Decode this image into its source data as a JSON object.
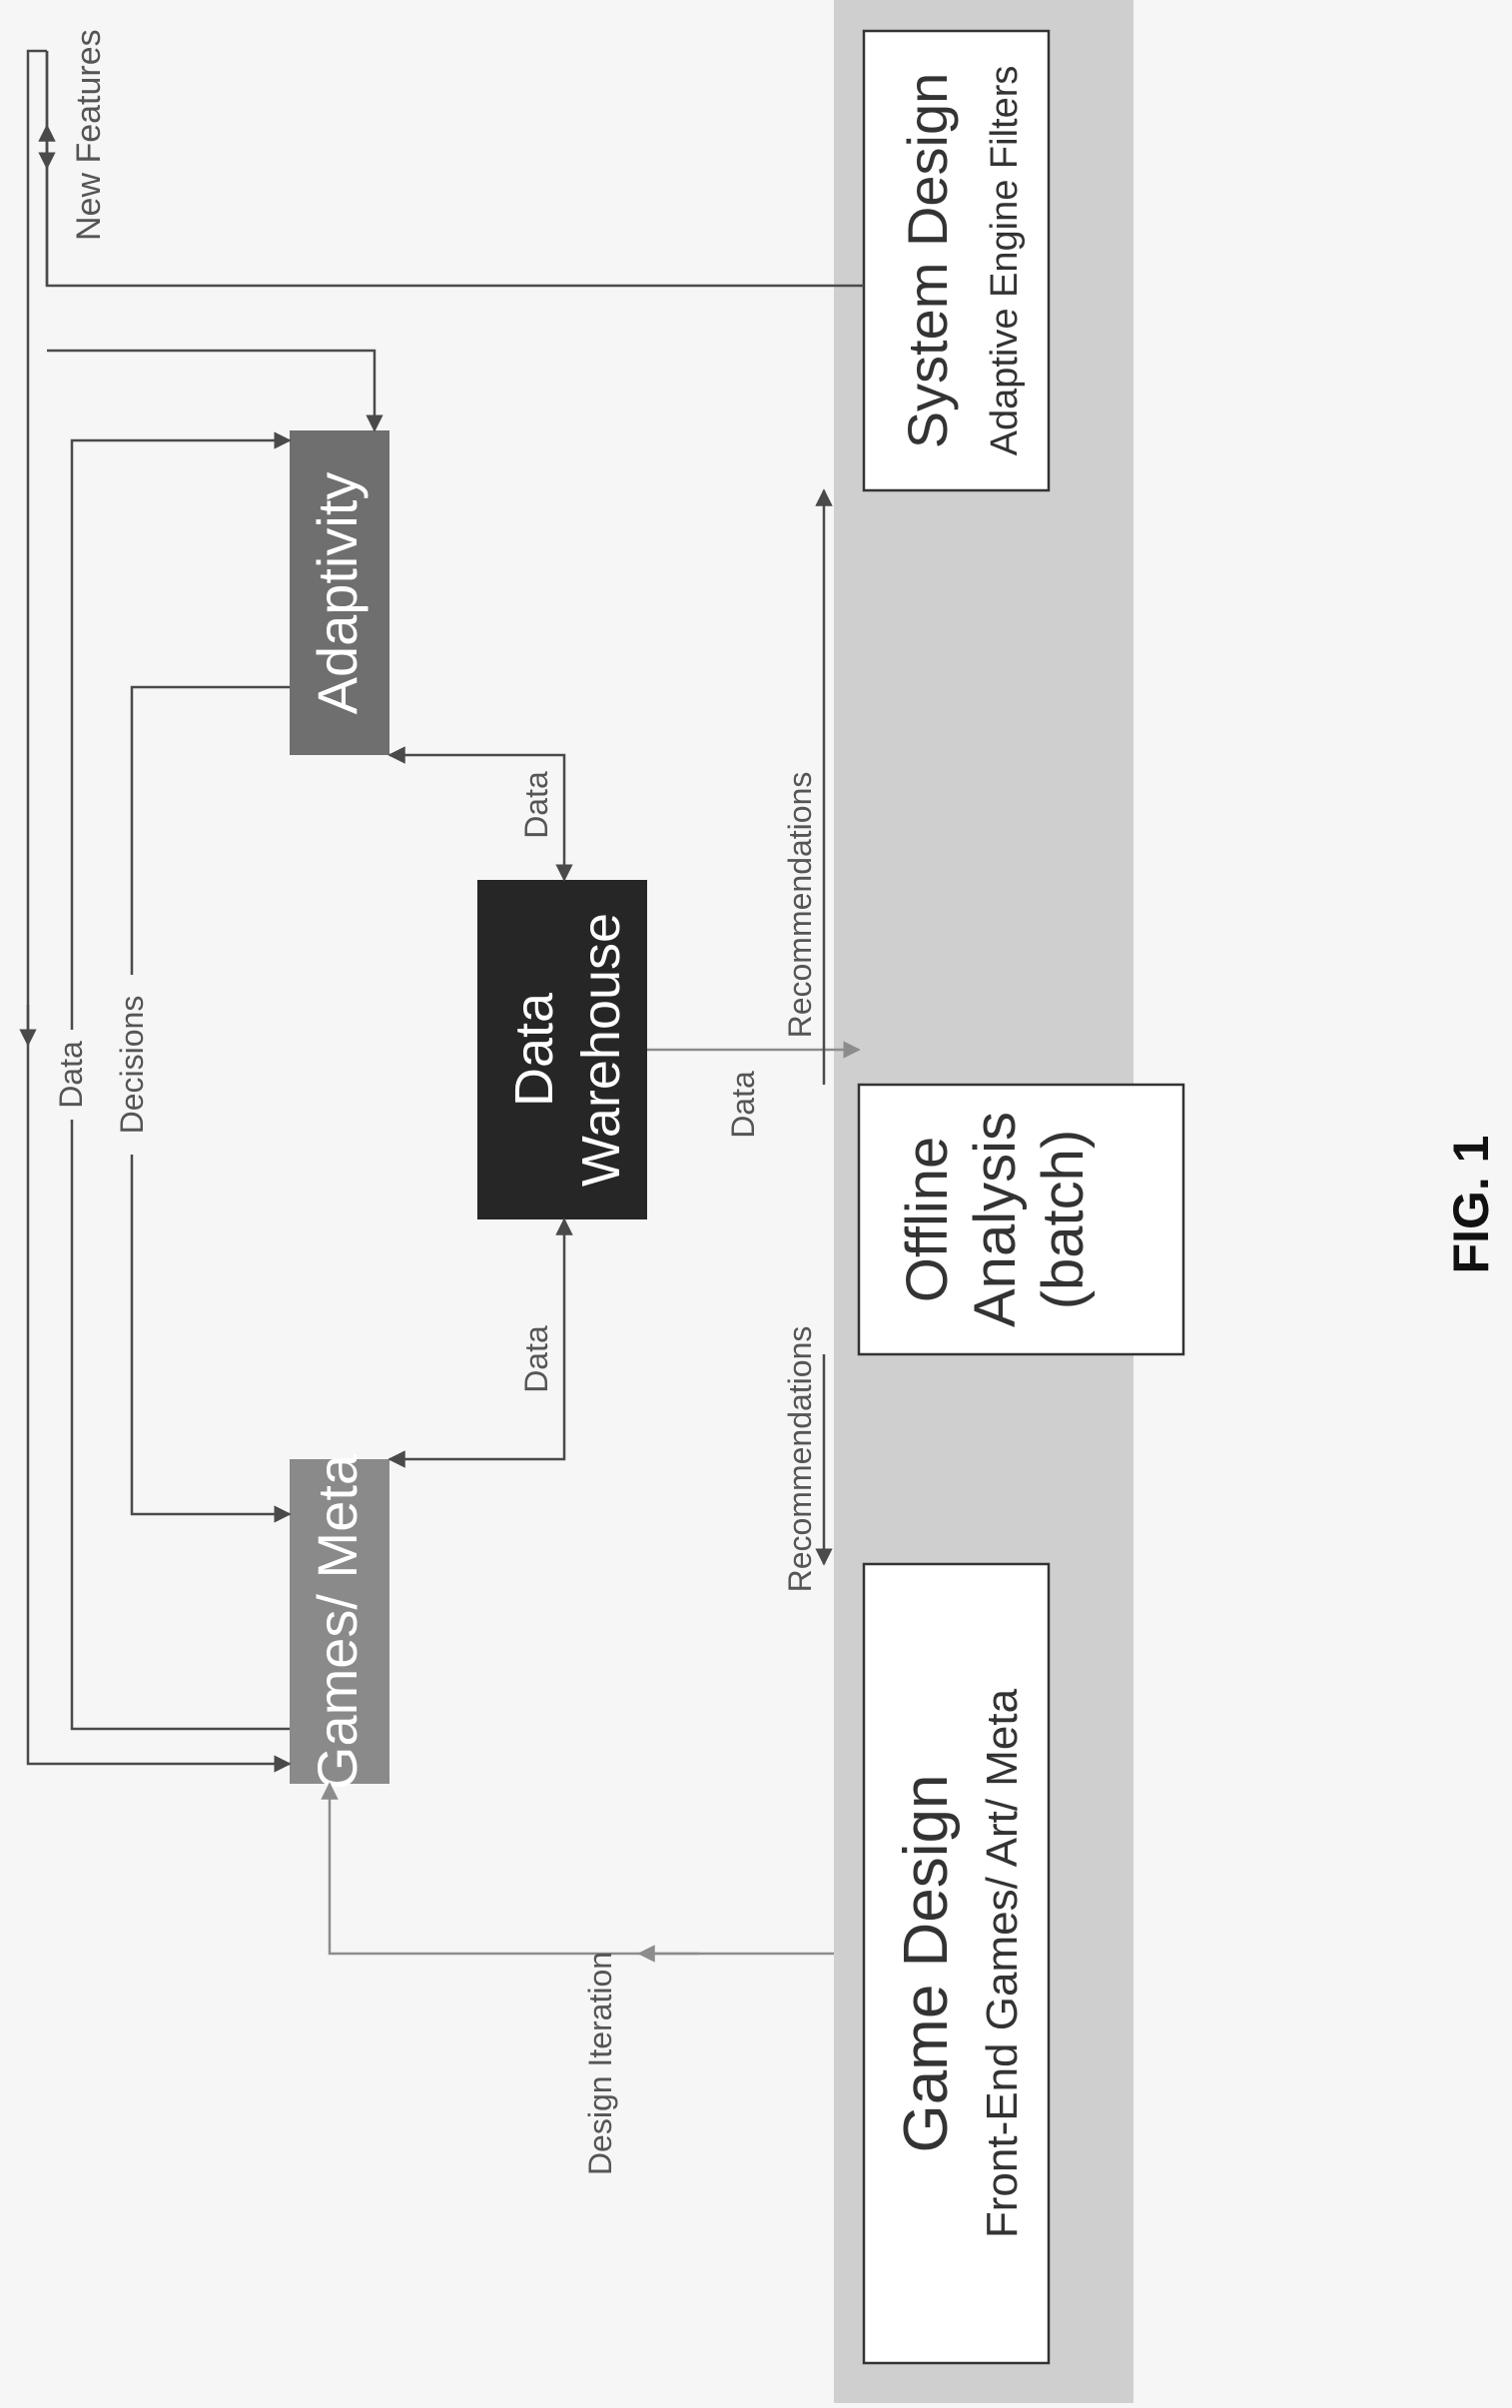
{
  "diagram": {
    "figure_label": "FIG. 1",
    "nodes": {
      "adaptivity": "Adaptivity",
      "games_meta": "Games/ Meta",
      "data_warehouse": {
        "line1": "Data",
        "line2": "Warehouse"
      },
      "offline_analysis": {
        "line1": "Offline",
        "line2": "Analysis",
        "line3": "(batch)"
      },
      "system_design": {
        "title": "System Design",
        "subtitle": "Adaptive Engine Filters"
      },
      "game_design": {
        "title": "Game Design",
        "subtitle": "Front-End Games/ Art/ Meta"
      }
    },
    "edge_labels": {
      "new_features": "New Features",
      "data_adaptivity_warehouse": "Data",
      "recommendations_to_system": "Recommendations",
      "decisions": "Decisions",
      "data_games_adaptivity": "Data",
      "data_warehouse_offline": "Data",
      "recommendations_to_game": "Recommendations",
      "data_games_warehouse": "Data",
      "design_iteration": "Design Iteration"
    },
    "colors": {
      "adaptivity_fill": "#6f6f6f",
      "games_meta_fill": "#8a8a8a",
      "data_warehouse_fill": "#262626",
      "design_panel": "#c9c9c9",
      "dark_arrow": "#4a4a4a",
      "light_arrow": "#8c8c8c"
    }
  }
}
